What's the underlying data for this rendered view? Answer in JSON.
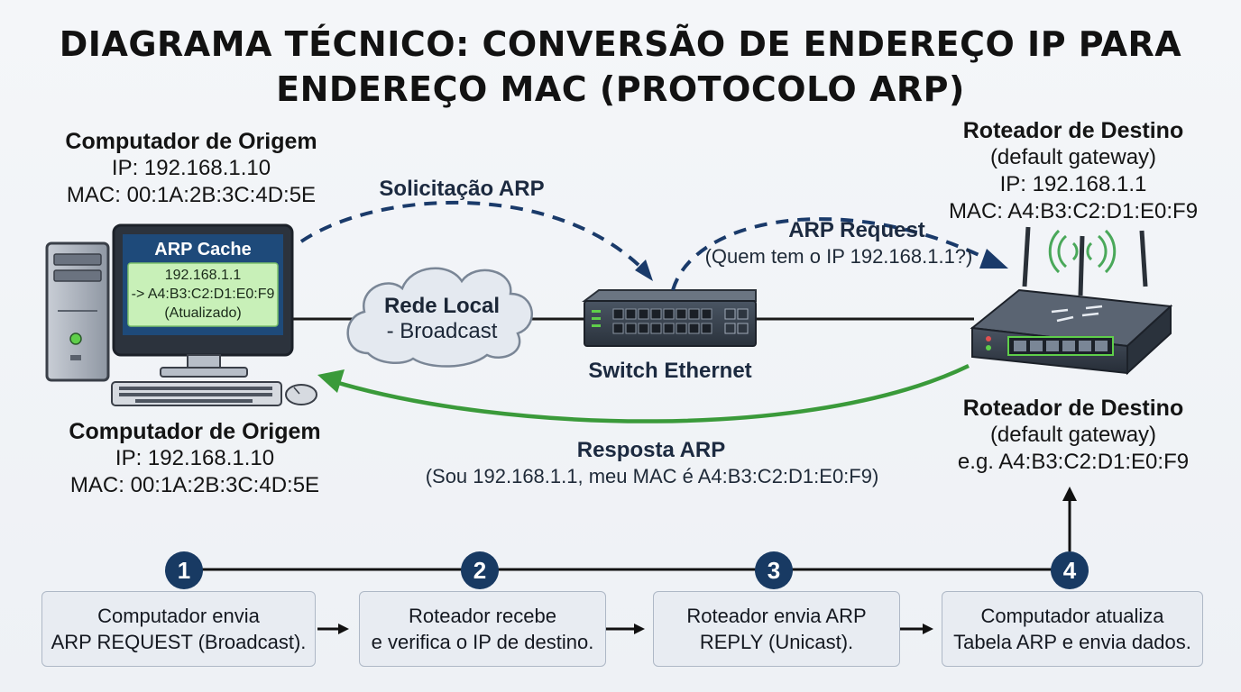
{
  "title": {
    "line1": "DIAGRAMA TÉCNICO: CONVERSÃO DE ENDEREÇO IP PARA",
    "line2": "ENDEREÇO MAC (PROTOCOLO ARP)"
  },
  "source_computer_top": {
    "heading": "Computador de Origem",
    "ip": "IP: 192.168.1.10",
    "mac": "MAC: 00:1A:2B:3C:4D:5E"
  },
  "source_computer_bottom": {
    "heading": "Computador de Origem",
    "ip": "IP: 192.168.1.10",
    "mac": "MAC: 00:1A:2B:3C:4D:5E"
  },
  "arp_cache": {
    "title": "ARP Cache",
    "line1": "192.168.1.1",
    "line2": "-> A4:B3:C2:D1:E0:F9",
    "line3": "(Atualizado)"
  },
  "network_cloud": {
    "line1": "Rede Local",
    "line2": "- Broadcast"
  },
  "switch": {
    "label": "Switch Ethernet"
  },
  "arp_solicitation": {
    "label": "Solicitação ARP"
  },
  "arp_request": {
    "label": "ARP Request",
    "sublabel": "(Quem tem o IP 192.168.1.1?)"
  },
  "arp_response": {
    "label": "Resposta ARP",
    "sublabel": "(Sou 192.168.1.1, meu MAC é A4:B3:C2:D1:E0:F9)"
  },
  "router_top": {
    "heading": "Roteador de Destino",
    "subheading": "(default gateway)",
    "ip": "IP: 192.168.1.1",
    "mac": "MAC: A4:B3:C2:D1:E0:F9"
  },
  "router_bottom": {
    "heading": "Roteador de Destino",
    "subheading": "(default gateway)",
    "mac": "e.g. A4:B3:C2:D1:E0:F9"
  },
  "steps": [
    {
      "number": "1",
      "line1": "Computador envia",
      "line2": "ARP REQUEST (Broadcast)."
    },
    {
      "number": "2",
      "line1": "Roteador recebe",
      "line2": "e verifica o IP de destino."
    },
    {
      "number": "3",
      "line1": "Roteador envia ARP",
      "line2": "REPLY (Unicast)."
    },
    {
      "number": "4",
      "line1": "Computador atualiza",
      "line2": "Tabela ARP e envia dados."
    }
  ],
  "colors": {
    "request_arrow": "#1a3a6a",
    "response_arrow": "#3a9a3a",
    "step_circle": "#183a63",
    "cache_screen": "#1e4a7a",
    "cache_entry": "#c8f0b8"
  }
}
